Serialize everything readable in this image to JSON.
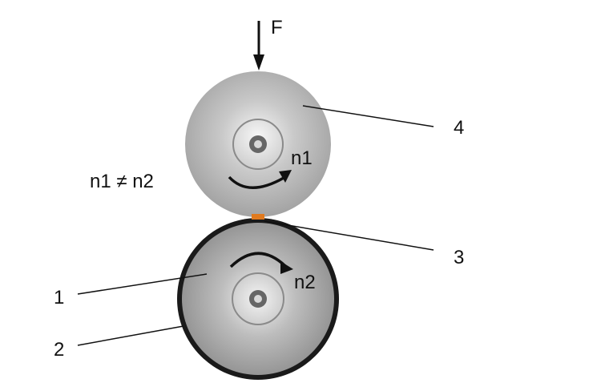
{
  "labels": {
    "force": "F",
    "speed_top": "n1",
    "speed_bottom": "n2",
    "relation": "n1 ≠ n2",
    "callout_1": "1",
    "callout_2": "2",
    "callout_3": "3",
    "callout_4": "4"
  },
  "colors": {
    "roller_light": "#f2f2f2",
    "roller_dark": "#9a9a9a",
    "ring": "#222222",
    "nip_material": "#e07a1f",
    "line": "#111111"
  }
}
